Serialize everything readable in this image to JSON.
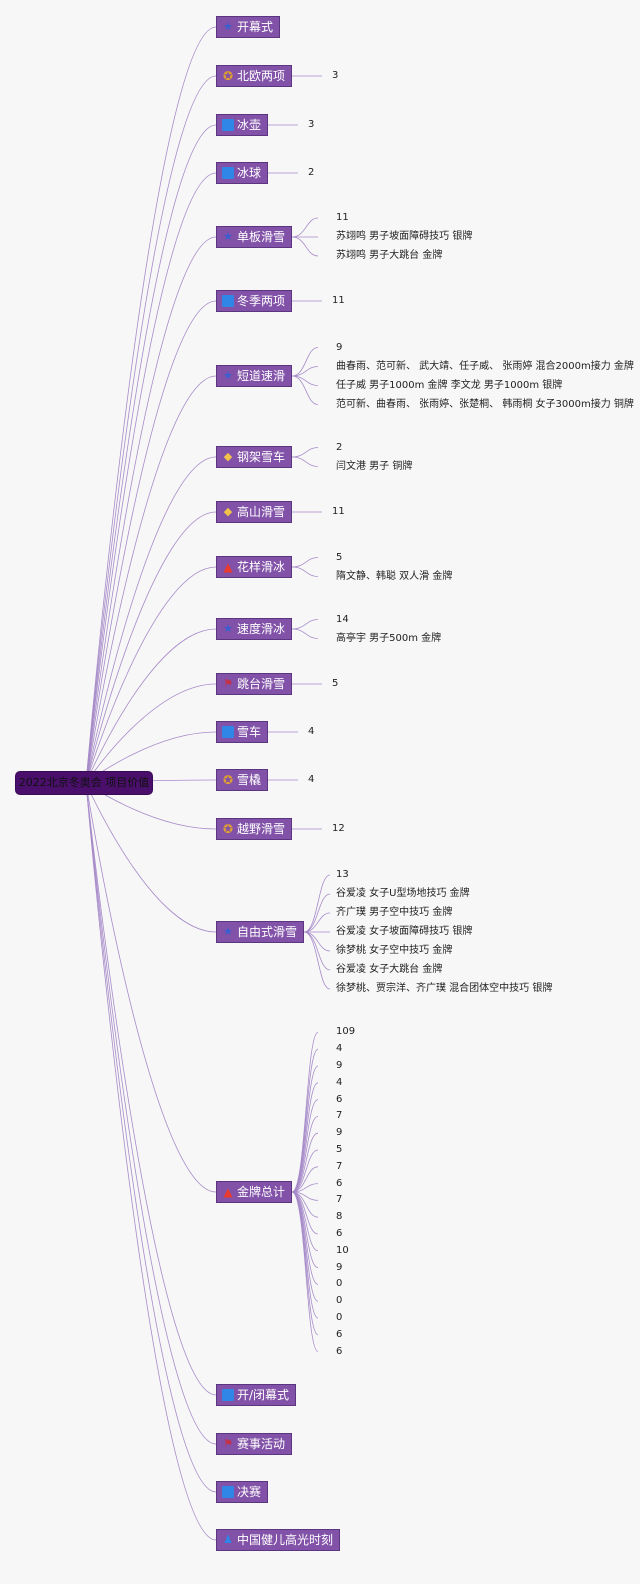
{
  "root": {
    "label": "2022北京冬奥会 项目价值"
  },
  "branches": [
    {
      "label": "开幕式",
      "icon": "star-icon",
      "icon_glyph": "★",
      "icon_class": "star",
      "children": []
    },
    {
      "label": "北欧两项",
      "icon": "medal-icon",
      "icon_glyph": "✪",
      "icon_class": "medal",
      "children": [
        "3"
      ]
    },
    {
      "label": "冰壶",
      "icon": "blue-square-icon",
      "icon_glyph": "",
      "icon_class": "blue",
      "children": [
        "3"
      ]
    },
    {
      "label": "冰球",
      "icon": "blue-square-icon",
      "icon_glyph": "",
      "icon_class": "blue",
      "children": [
        "2"
      ]
    },
    {
      "label": "单板滑雪",
      "icon": "star-icon",
      "icon_glyph": "★",
      "icon_class": "star",
      "children": [
        "11",
        "苏翊鸣 男子坡面障碍技巧 银牌",
        "苏翊鸣 男子大跳台 金牌"
      ]
    },
    {
      "label": "冬季两项",
      "icon": "blue-square-icon",
      "icon_glyph": "",
      "icon_class": "blue",
      "children": [
        "11"
      ]
    },
    {
      "label": "短道速滑",
      "icon": "star-icon",
      "icon_glyph": "★",
      "icon_class": "star",
      "children": [
        "9",
        "曲春雨、范可新、 武大靖、任子威、 张雨婷 混合2000m接力 金牌",
        "任子威 男子1000m 金牌 李文龙 男子1000m 银牌",
        "范可新、曲春雨、 张雨婷、张楚桐、 韩雨桐 女子3000m接力 铜牌"
      ]
    },
    {
      "label": "钢架雪车",
      "icon": "gem-icon",
      "icon_glyph": "◆",
      "icon_class": "gem",
      "children": [
        "2",
        "闫文港 男子 铜牌"
      ]
    },
    {
      "label": "高山滑雪",
      "icon": "gem-icon",
      "icon_glyph": "◆",
      "icon_class": "gem",
      "children": [
        "11"
      ]
    },
    {
      "label": "花样滑冰",
      "icon": "fire-icon",
      "icon_glyph": "▲",
      "icon_class": "fire",
      "children": [
        "5",
        "隋文静、韩聪 双人滑 金牌"
      ]
    },
    {
      "label": "速度滑冰",
      "icon": "star-icon",
      "icon_glyph": "★",
      "icon_class": "star",
      "children": [
        "14",
        "高亭宇 男子500m 金牌"
      ]
    },
    {
      "label": "跳台滑雪",
      "icon": "ski-icon",
      "icon_glyph": "⚑",
      "icon_class": "ski",
      "children": [
        "5"
      ]
    },
    {
      "label": "雪车",
      "icon": "blue-square-icon",
      "icon_glyph": "",
      "icon_class": "blue",
      "children": [
        "4"
      ]
    },
    {
      "label": "雪橇",
      "icon": "medal-icon",
      "icon_glyph": "✪",
      "icon_class": "medal",
      "children": [
        "4"
      ]
    },
    {
      "label": "越野滑雪",
      "icon": "medal-icon",
      "icon_glyph": "✪",
      "icon_class": "medal",
      "children": [
        "12"
      ]
    },
    {
      "label": "自由式滑雪",
      "icon": "star-icon",
      "icon_glyph": "★",
      "icon_class": "star",
      "children": [
        "13",
        "谷爱凌 女子U型场地技巧 金牌",
        "齐广璞 男子空中技巧 金牌",
        "谷爱凌 女子坡面障碍技巧 银牌",
        "徐梦桃 女子空中技巧 金牌",
        "谷爱凌 女子大跳台 金牌",
        "徐梦桃、贾宗洋、齐广璞 混合团体空中技巧 银牌"
      ]
    },
    {
      "label": "金牌总计",
      "icon": "fire-icon",
      "icon_glyph": "▲",
      "icon_class": "fire",
      "children": [
        "109",
        "4",
        "9",
        "4",
        "6",
        "7",
        "9",
        "5",
        "7",
        "6",
        "7",
        "8",
        "6",
        "10",
        "9",
        "0",
        "0",
        "0",
        "6",
        "6"
      ]
    },
    {
      "label": "开/闭幕式",
      "icon": "blue-square-icon",
      "icon_glyph": "",
      "icon_class": "blue",
      "children": []
    },
    {
      "label": "赛事活动",
      "icon": "ski-icon",
      "icon_glyph": "⚑",
      "icon_class": "ski",
      "children": []
    },
    {
      "label": "决赛",
      "icon": "blue-square-icon",
      "icon_glyph": "",
      "icon_class": "blue",
      "children": []
    },
    {
      "label": "中国健儿高光时刻",
      "icon": "person-icon",
      "icon_glyph": "♟",
      "icon_class": "person",
      "children": []
    }
  ],
  "colors": {
    "node_fill": "#8152a7",
    "root_fill": "#4a0f6b",
    "link": "#a78bc9"
  }
}
